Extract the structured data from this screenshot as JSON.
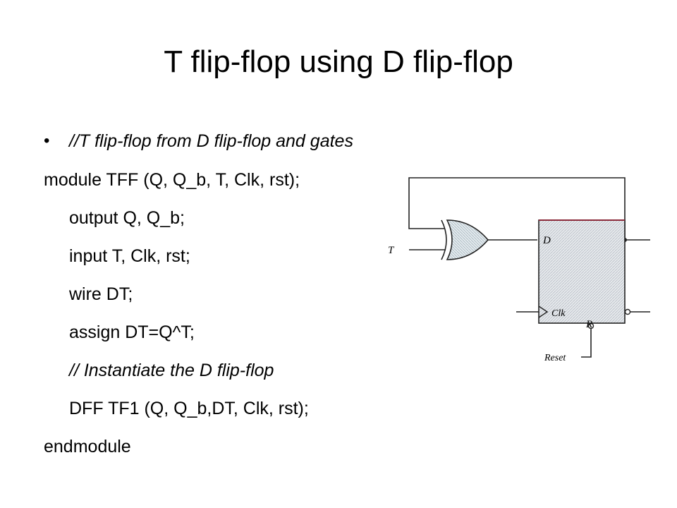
{
  "slide": {
    "title": "T flip-flop using D flip-flop",
    "bullet": "//T flip-flop from D flip-flop and gates",
    "code_lines": [
      "module TFF (Q, Q_b, T, Clk, rst);",
      "output Q, Q_b;",
      "input T, Clk, rst;",
      "wire DT;",
      "assign DT=Q^T;",
      "// Instantiate the D flip-flop",
      "DFF TF1 (Q, Q_b,DT, Clk, rst);",
      "endmodule"
    ]
  },
  "diagram": {
    "labels": {
      "t_input": "T",
      "d_pin": "D",
      "clk_pin": "Clk",
      "r_pin": "R",
      "reset": "Reset"
    }
  },
  "colors": {
    "flipflop_fill": "#d6dbe0",
    "xor_fill": "#d0dde3",
    "flipflop_top_border": "#8b2a3a",
    "wire": "#222222"
  }
}
